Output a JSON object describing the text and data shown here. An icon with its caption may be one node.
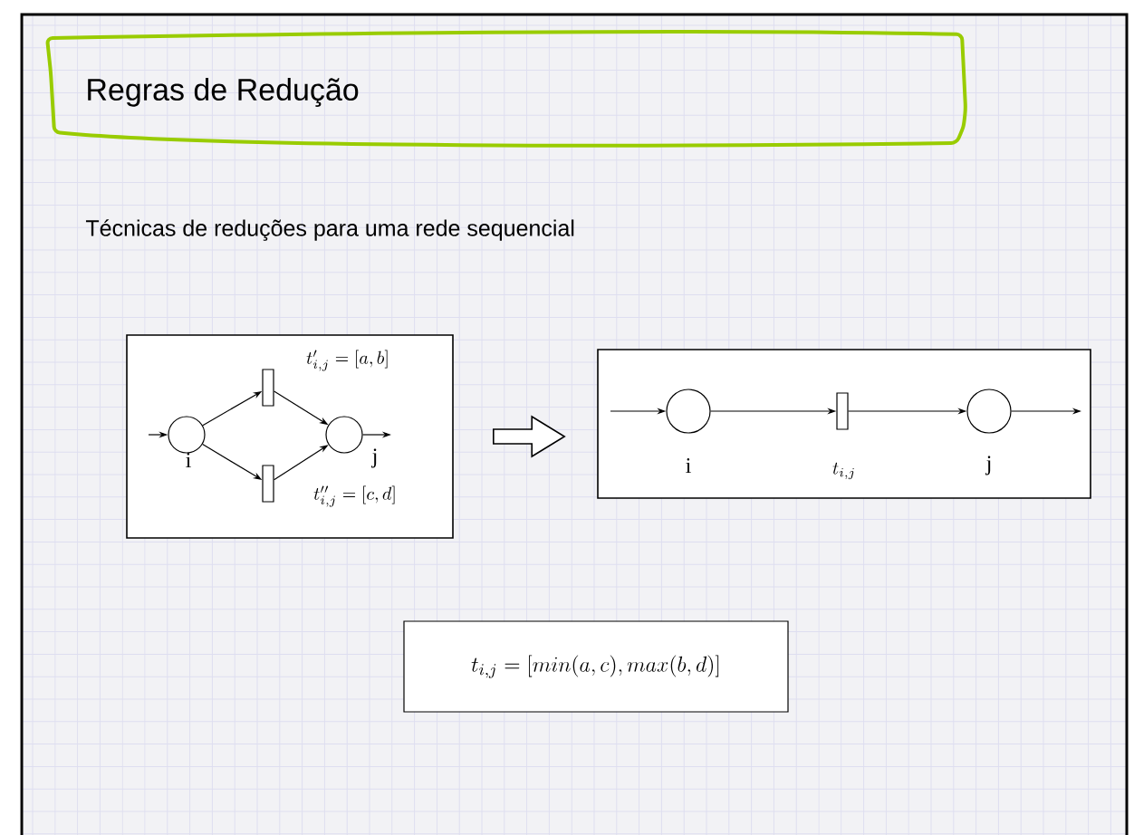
{
  "diagram": {
    "title": "Regras de Redução",
    "nodes": [
      {
        "text": [],
        "shape": "box"
      },
      {
        "text": [],
        "shape": "circle",
        "in": 0,
        "beside": [
          "i"
        ]
      },
      {
        "text": [],
        "shape": "bar",
        "in": 0,
        "beside": [
          "t'_{i,j} = [a, b]"
        ]
      },
      {
        "text": [],
        "shape": "bar",
        "in": 0,
        "beside": [
          "t''_{i,j} = [c, d]"
        ]
      },
      {
        "text": [],
        "shape": "circle",
        "in": 0,
        "beside": [
          "j"
        ]
      },
      {
        "text": [],
        "shape": "box"
      },
      {
        "text": [],
        "shape": "circle",
        "in": 5,
        "beside": [
          "i"
        ]
      },
      {
        "text": [],
        "shape": "bar",
        "in": 5,
        "beside": [
          "t_{i,j}"
        ]
      },
      {
        "text": [],
        "shape": "circle",
        "in": 5,
        "beside": [
          "j"
        ]
      },
      {
        "text": [
          "t_{i,j} = [min(a, c), max(b, d)]"
        ]
      }
    ],
    "edges": [
      {
        "from": null,
        "to": 1,
        "arrow": "to"
      },
      {
        "from": 1,
        "to": 2,
        "arrow": "to"
      },
      {
        "from": 1,
        "to": 3,
        "arrow": "to"
      },
      {
        "from": 2,
        "to": 4,
        "arrow": "to"
      },
      {
        "from": 3,
        "to": 4,
        "arrow": "to"
      },
      {
        "from": 4,
        "to": null,
        "arrow": "to"
      },
      {
        "from": 0,
        "to": 5,
        "arrow": "to"
      },
      {
        "from": null,
        "to": 6,
        "arrow": "to"
      },
      {
        "from": 6,
        "to": 7,
        "arrow": "to"
      },
      {
        "from": 7,
        "to": 8,
        "arrow": "to"
      },
      {
        "from": 8,
        "to": null,
        "arrow": "to"
      }
    ],
    "labels": [
      "Técnicas de reduções para uma rede sequencial"
    ]
  }
}
